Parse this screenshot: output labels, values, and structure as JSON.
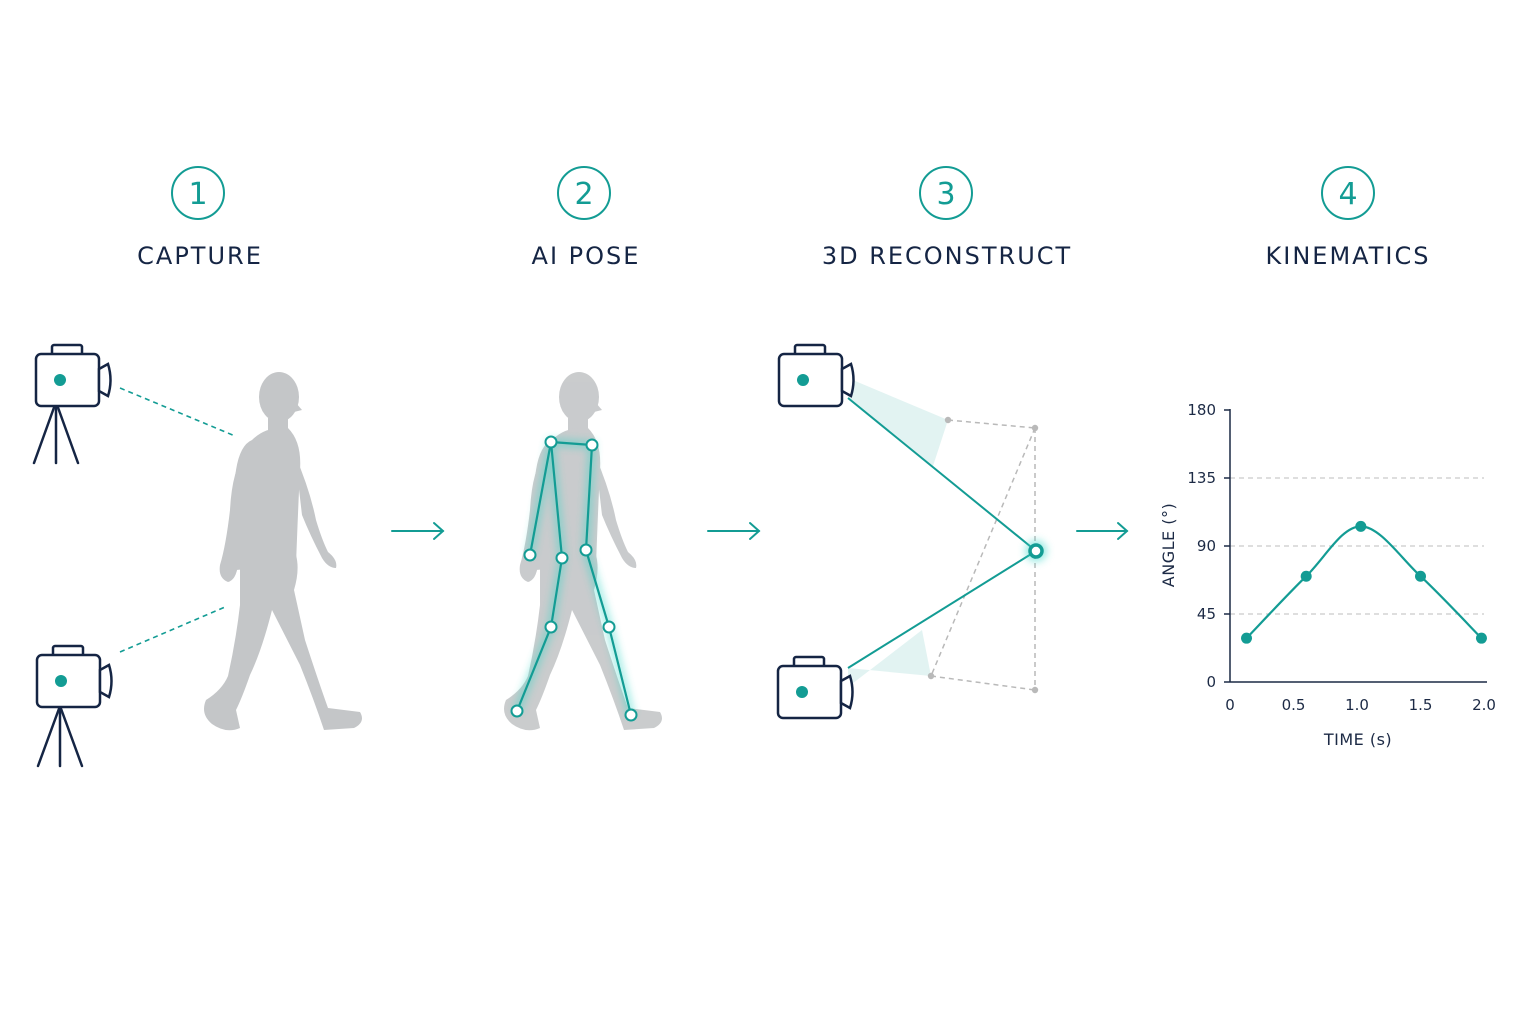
{
  "colors": {
    "accent": "#139c94",
    "navy": "#152544",
    "silhouette": "#c4c6c8",
    "gridline": "#c9c9c9"
  },
  "steps": [
    {
      "number": "1",
      "title": "CAPTURE"
    },
    {
      "number": "2",
      "title": "AI POSE"
    },
    {
      "number": "3",
      "title": "3D RECONSTRUCT"
    },
    {
      "number": "4",
      "title": "KINEMATICS"
    }
  ],
  "icons": [
    "camera-icon",
    "tripod-icon",
    "arrow-right-icon",
    "walking-person-icon",
    "skeleton-joint-icon"
  ],
  "chart_data": {
    "type": "line",
    "xlabel": "TIME (s)",
    "ylabel": "ANGLE (°)",
    "xlim": [
      0,
      2.0
    ],
    "ylim": [
      0,
      180
    ],
    "xticks": [
      0,
      0.5,
      1.0,
      1.5,
      2.0
    ],
    "xtick_labels": [
      "0",
      "0.5",
      "1.0",
      "1.5",
      "2.0"
    ],
    "yticks": [
      0,
      45,
      90,
      135,
      180
    ],
    "ytick_labels": [
      "0",
      "45",
      "90",
      "135",
      "180"
    ],
    "grid": "horizontal dashed",
    "points": [
      {
        "x": 0.13,
        "y": 29
      },
      {
        "x": 0.6,
        "y": 70
      },
      {
        "x": 1.03,
        "y": 103
      },
      {
        "x": 1.5,
        "y": 70
      },
      {
        "x": 1.98,
        "y": 29
      }
    ]
  }
}
